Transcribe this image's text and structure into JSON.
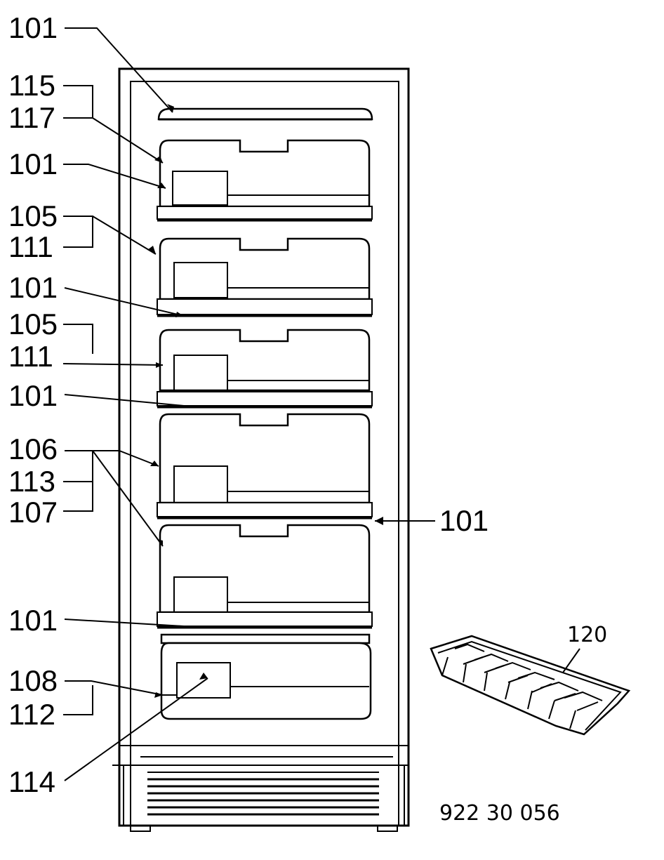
{
  "callouts": {
    "c101_top": "101",
    "c115": "115",
    "c117": "117",
    "c101_a": "101",
    "c105_a": "105",
    "c111_a": "111",
    "c101_b": "101",
    "c105_b": "105",
    "c111_b": "111",
    "c101_c": "101",
    "c106": "106",
    "c113": "113",
    "c107": "107",
    "c101_right": "101",
    "c101_d": "101",
    "c108": "108",
    "c112": "112",
    "c114": "114",
    "c120": "120"
  },
  "drawing_number": "922 30 056"
}
